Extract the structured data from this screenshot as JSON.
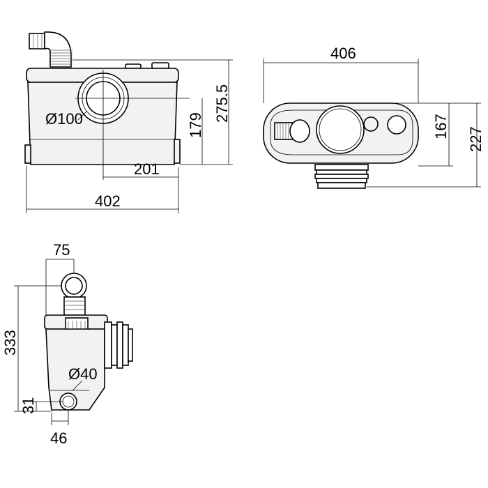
{
  "drawing": {
    "front_view": {
      "outlet_diameter": "Ø100",
      "centerline_width": "201",
      "total_width": "402",
      "centerline_height": "179",
      "total_height": "275.5"
    },
    "top_view": {
      "depth_total": "406",
      "height_to_inlet": "167",
      "height_total": "227"
    },
    "side_view": {
      "outlet_offset": "75",
      "height_total": "333",
      "drain_diameter": "Ø40",
      "drain_height": "31",
      "drain_offset": "46"
    },
    "colors": {
      "line": "#000000",
      "body_fill": "#f2f2f2",
      "background": "#ffffff"
    }
  }
}
